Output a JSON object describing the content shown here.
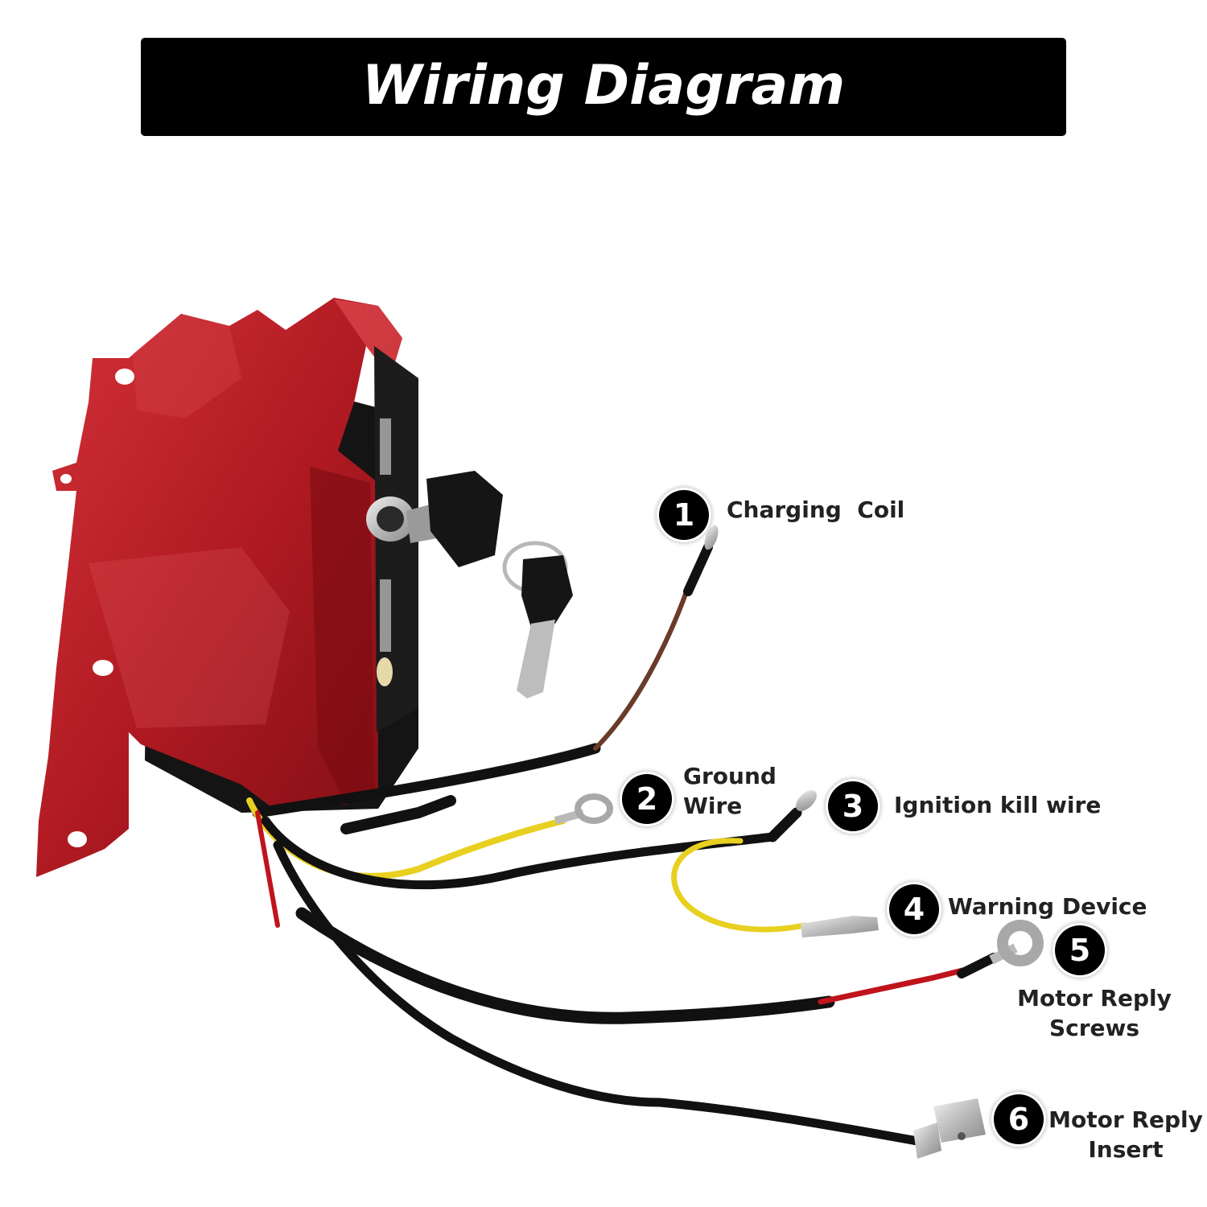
{
  "title": "Wiring Diagram",
  "colors": {
    "title_background": "#000000",
    "title_text": "#ffffff",
    "housing_red": "#b01a22",
    "wire_black": "#111111",
    "wire_yellow": "#e8d020",
    "wire_red": "#c0141c",
    "wire_brown": "#6b3b2a",
    "terminal_metal": "#c8c8c8"
  },
  "callouts": [
    {
      "number": "1",
      "label": "Charging  Coil",
      "icon": "charging-coil-terminal"
    },
    {
      "number": "2",
      "label_lines": [
        "Ground",
        "Wire"
      ],
      "icon": "ground-ring-terminal"
    },
    {
      "number": "3",
      "label": "Ignition kill wire",
      "icon": "ignition-kill-bullet-terminal"
    },
    {
      "number": "4",
      "label": "Warning Device",
      "icon": "warning-device-terminal"
    },
    {
      "number": "5",
      "label_lines": [
        "Motor Reply",
        "Screws"
      ],
      "icon": "motor-ring-terminal"
    },
    {
      "number": "6",
      "label_lines": [
        "Motor Reply",
        "Insert"
      ],
      "icon": "motor-spade-terminal"
    }
  ]
}
